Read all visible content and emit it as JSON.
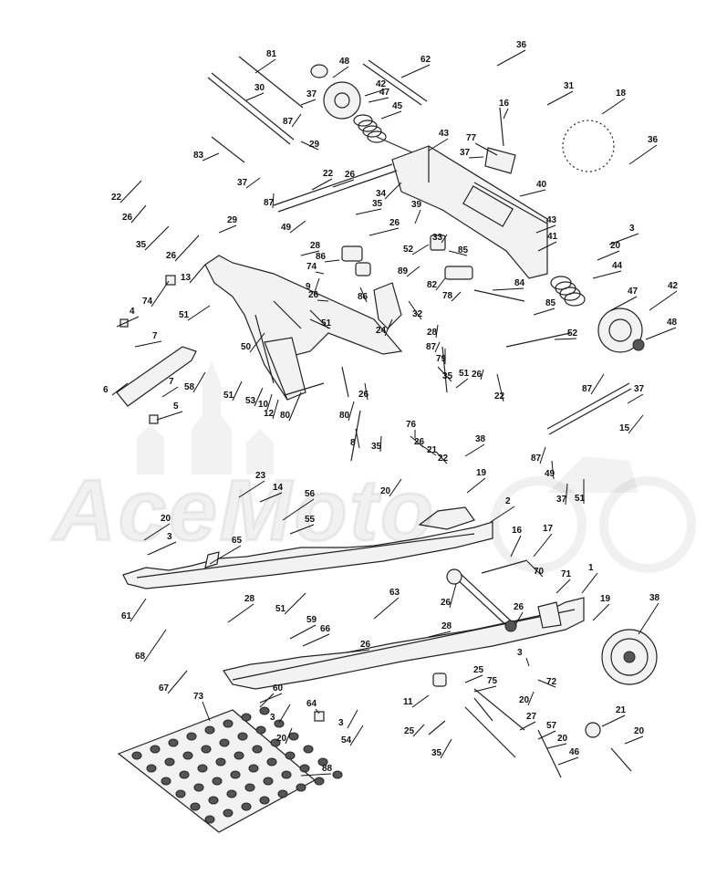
{
  "diagram": {
    "watermark_text": "AceMoto",
    "callouts": [
      {
        "label": "81"
      },
      {
        "label": "48"
      },
      {
        "label": "62"
      },
      {
        "label": "36"
      },
      {
        "label": "30"
      },
      {
        "label": "42"
      },
      {
        "label": "47"
      },
      {
        "label": "37"
      },
      {
        "label": "45"
      },
      {
        "label": "87"
      },
      {
        "label": "31"
      },
      {
        "label": "18"
      },
      {
        "label": "16"
      },
      {
        "label": "43"
      },
      {
        "label": "77"
      },
      {
        "label": "29"
      },
      {
        "label": "37"
      },
      {
        "label": "83"
      },
      {
        "label": "36"
      },
      {
        "label": "26"
      },
      {
        "label": "22"
      },
      {
        "label": "37"
      },
      {
        "label": "34"
      },
      {
        "label": "40"
      },
      {
        "label": "22"
      },
      {
        "label": "87"
      },
      {
        "label": "35"
      },
      {
        "label": "26"
      },
      {
        "label": "29"
      },
      {
        "label": "49"
      },
      {
        "label": "39"
      },
      {
        "label": "26"
      },
      {
        "label": "43"
      },
      {
        "label": "35"
      },
      {
        "label": "26"
      },
      {
        "label": "52"
      },
      {
        "label": "33"
      },
      {
        "label": "41"
      },
      {
        "label": "3"
      },
      {
        "label": "28"
      },
      {
        "label": "85"
      },
      {
        "label": "86"
      },
      {
        "label": "20"
      },
      {
        "label": "13"
      },
      {
        "label": "89"
      },
      {
        "label": "44"
      },
      {
        "label": "74"
      },
      {
        "label": "82"
      },
      {
        "label": "84"
      },
      {
        "label": "74"
      },
      {
        "label": "9"
      },
      {
        "label": "26"
      },
      {
        "label": "86"
      },
      {
        "label": "78"
      },
      {
        "label": "51"
      },
      {
        "label": "85"
      },
      {
        "label": "47"
      },
      {
        "label": "42"
      },
      {
        "label": "4"
      },
      {
        "label": "32"
      },
      {
        "label": "24"
      },
      {
        "label": "51"
      },
      {
        "label": "28"
      },
      {
        "label": "48"
      },
      {
        "label": "7"
      },
      {
        "label": "50"
      },
      {
        "label": "52"
      },
      {
        "label": "87"
      },
      {
        "label": "79"
      },
      {
        "label": "7"
      },
      {
        "label": "58"
      },
      {
        "label": "51"
      },
      {
        "label": "35"
      },
      {
        "label": "26"
      },
      {
        "label": "87"
      },
      {
        "label": "51"
      },
      {
        "label": "22"
      },
      {
        "label": "6"
      },
      {
        "label": "53"
      },
      {
        "label": "26"
      },
      {
        "label": "80"
      },
      {
        "label": "12"
      },
      {
        "label": "10"
      },
      {
        "label": "80"
      },
      {
        "label": "37"
      },
      {
        "label": "5"
      },
      {
        "label": "15"
      },
      {
        "label": "8"
      },
      {
        "label": "35"
      },
      {
        "label": "76"
      },
      {
        "label": "26"
      },
      {
        "label": "21"
      },
      {
        "label": "22"
      },
      {
        "label": "38"
      },
      {
        "label": "87"
      },
      {
        "label": "49"
      },
      {
        "label": "23"
      },
      {
        "label": "14"
      },
      {
        "label": "20"
      },
      {
        "label": "19"
      },
      {
        "label": "37"
      },
      {
        "label": "51"
      },
      {
        "label": "56"
      },
      {
        "label": "2"
      },
      {
        "label": "55"
      },
      {
        "label": "20"
      },
      {
        "label": "3"
      },
      {
        "label": "65"
      },
      {
        "label": "16"
      },
      {
        "label": "17"
      },
      {
        "label": "70"
      },
      {
        "label": "71"
      },
      {
        "label": "1"
      },
      {
        "label": "61"
      },
      {
        "label": "51"
      },
      {
        "label": "28"
      },
      {
        "label": "26"
      },
      {
        "label": "26"
      },
      {
        "label": "19"
      },
      {
        "label": "38"
      },
      {
        "label": "63"
      },
      {
        "label": "28"
      },
      {
        "label": "59"
      },
      {
        "label": "66"
      },
      {
        "label": "68"
      },
      {
        "label": "26"
      },
      {
        "label": "3"
      },
      {
        "label": "67"
      },
      {
        "label": "60"
      },
      {
        "label": "25"
      },
      {
        "label": "72"
      },
      {
        "label": "75"
      },
      {
        "label": "11"
      },
      {
        "label": "20"
      },
      {
        "label": "73"
      },
      {
        "label": "64"
      },
      {
        "label": "3"
      },
      {
        "label": "3"
      },
      {
        "label": "27"
      },
      {
        "label": "21"
      },
      {
        "label": "20"
      },
      {
        "label": "20"
      },
      {
        "label": "54"
      },
      {
        "label": "25"
      },
      {
        "label": "57"
      },
      {
        "label": "20"
      },
      {
        "label": "35"
      },
      {
        "label": "46"
      },
      {
        "label": "88"
      }
    ]
  }
}
